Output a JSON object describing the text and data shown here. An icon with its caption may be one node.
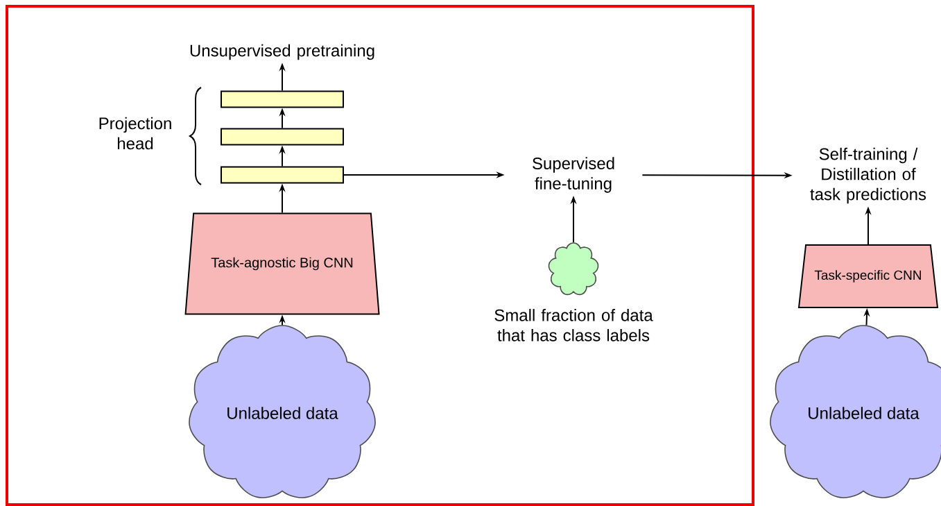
{
  "diagram": {
    "nodes": [
      {
        "text": [
          "Unsupervised pretraining"
        ]
      },
      {
        "text": [],
        "shape": "box"
      },
      {
        "text": [],
        "shape": "box"
      },
      {
        "text": [],
        "shape": "box"
      },
      {
        "text": [
          "Task-agnostic Big CNN"
        ]
      },
      {
        "text": [
          "Unlabeled data"
        ]
      },
      {
        "text": [
          "Supervised fine-tuning"
        ]
      },
      {
        "text": [],
        "shape": "cloud",
        "beside": [
          "Small fraction of data that has class labels"
        ]
      },
      {
        "text": [
          "Self-training / Distillation of task predictions"
        ]
      },
      {
        "text": [
          "Task-specific CNN"
        ]
      },
      {
        "text": [
          "Unlabeled data"
        ]
      }
    ],
    "edges": [
      {
        "from": 5,
        "to": 4,
        "arrow": "to"
      },
      {
        "from": 4,
        "to": 3,
        "arrow": "to"
      },
      {
        "from": 3,
        "to": 2,
        "arrow": "to"
      },
      {
        "from": 2,
        "to": 1,
        "arrow": "to"
      },
      {
        "from": 1,
        "to": 0,
        "arrow": "to"
      },
      {
        "from": 3,
        "to": 6,
        "arrow": "to"
      },
      {
        "from": 7,
        "to": 6,
        "arrow": "to"
      },
      {
        "from": 6,
        "to": 8,
        "arrow": "to"
      },
      {
        "from": 10,
        "to": 9,
        "arrow": "to"
      },
      {
        "from": 9,
        "to": 8,
        "arrow": "to"
      }
    ],
    "labels": [
      "Projection head"
    ]
  }
}
